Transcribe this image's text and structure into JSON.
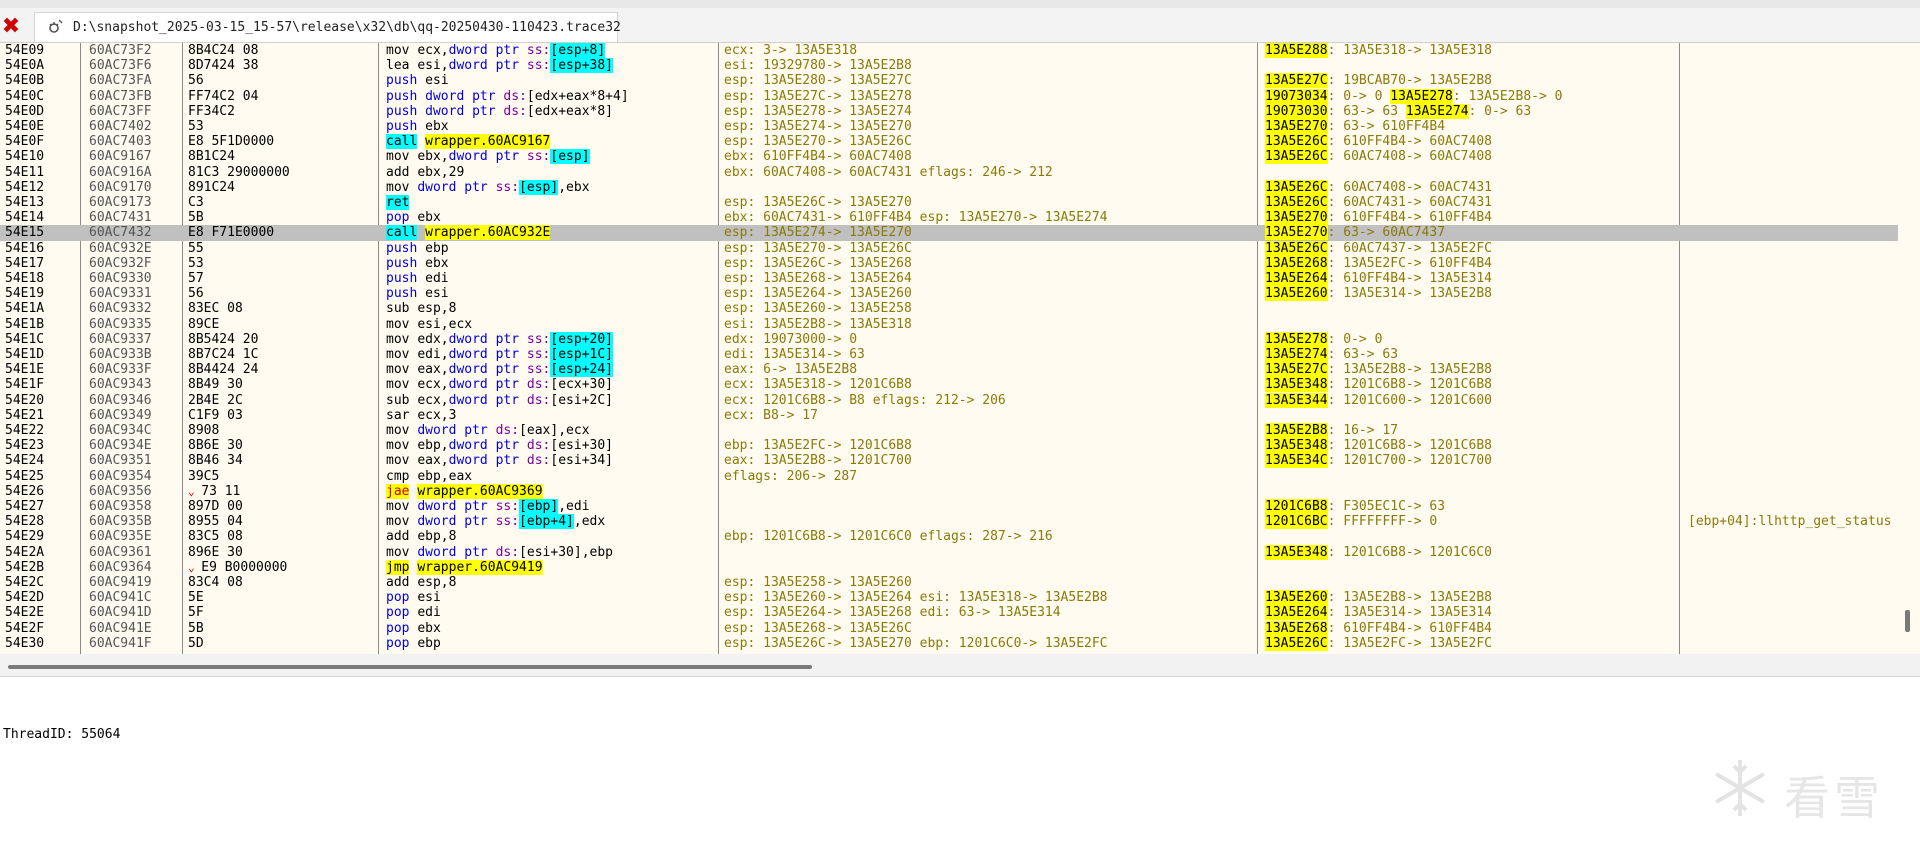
{
  "window": {
    "tab_title": "D:\\snapshot_2025-03-15_15-57\\release\\x32\\db\\qq-20250430-110423.trace32",
    "close_icon": "close-icon",
    "tab_icon": "trace-file-icon"
  },
  "colors": {
    "background": "#fffbf0",
    "selected_row": "#c0c0c0",
    "call_highlight": "#00ffff",
    "jump_highlight": "#ffff00",
    "register_text": "#8a7a0a",
    "keyword": "#0000dd",
    "segment": "#7a00a0"
  },
  "rows": [
    {
      "idx": "54E09",
      "addr": "60AC73F2",
      "bytes": "8B4C24 08",
      "m": "mov",
      "ops": [
        [
          "ecx,",
          ""
        ],
        [
          "dword ptr ",
          "p"
        ],
        [
          "ss:",
          "s"
        ],
        [
          "[esp+8]",
          "b"
        ]
      ],
      "reg": "ecx: 3-> 13A5E318",
      "mem": [
        [
          "13A5E288",
          "h"
        ],
        [
          ": 13A5E318-> 13A5E318",
          ""
        ]
      ]
    },
    {
      "idx": "54E0A",
      "addr": "60AC73F6",
      "bytes": "8D7424 38",
      "m": "lea",
      "ops": [
        [
          "esi,",
          ""
        ],
        [
          "dword ptr ",
          "p"
        ],
        [
          "ss:",
          "s"
        ],
        [
          "[esp+38]",
          "b"
        ]
      ],
      "reg": "esi: 19329780-> 13A5E2B8",
      "mem": []
    },
    {
      "idx": "54E0B",
      "addr": "60AC73FA",
      "bytes": "56",
      "m": "push",
      "ops": [
        [
          "esi",
          ""
        ]
      ],
      "reg": "esp: 13A5E280-> 13A5E27C",
      "mem": [
        [
          "13A5E27C",
          "h"
        ],
        [
          ": 19BCAB70-> 13A5E2B8",
          ""
        ]
      ]
    },
    {
      "idx": "54E0C",
      "addr": "60AC73FB",
      "bytes": "FF74C2 04",
      "m": "push",
      "ops": [
        [
          "dword ptr ",
          "p"
        ],
        [
          "ds:",
          "s"
        ],
        [
          "[edx+eax*8+4]",
          ""
        ]
      ],
      "reg": "esp: 13A5E27C-> 13A5E278",
      "mem": [
        [
          "19073034",
          "h"
        ],
        [
          ": 0-> 0 ",
          ""
        ],
        [
          "13A5E278",
          "h"
        ],
        [
          ": 13A5E2B8-> 0",
          ""
        ]
      ]
    },
    {
      "idx": "54E0D",
      "addr": "60AC73FF",
      "bytes": "FF34C2",
      "m": "push",
      "ops": [
        [
          "dword ptr ",
          "p"
        ],
        [
          "ds:",
          "s"
        ],
        [
          "[edx+eax*8]",
          ""
        ]
      ],
      "reg": "esp: 13A5E278-> 13A5E274",
      "mem": [
        [
          "19073030",
          "h"
        ],
        [
          ": 63-> 63 ",
          ""
        ],
        [
          "13A5E274",
          "h"
        ],
        [
          ": 0-> 63",
          ""
        ]
      ]
    },
    {
      "idx": "54E0E",
      "addr": "60AC7402",
      "bytes": "53",
      "m": "push",
      "ops": [
        [
          "ebx",
          ""
        ]
      ],
      "reg": "esp: 13A5E274-> 13A5E270",
      "mem": [
        [
          "13A5E270",
          "h"
        ],
        [
          ": 63-> 610FF4B4",
          ""
        ]
      ]
    },
    {
      "idx": "54E0F",
      "addr": "60AC7403",
      "bytes": "E8 5F1D0000",
      "m": "call",
      "hm": "call",
      "ops": [
        [
          "wrapper.60AC9167",
          "t"
        ]
      ],
      "reg": "esp: 13A5E270-> 13A5E26C",
      "mem": [
        [
          "13A5E26C",
          "h"
        ],
        [
          ": 610FF4B4-> 60AC7408",
          ""
        ]
      ]
    },
    {
      "idx": "54E10",
      "addr": "60AC9167",
      "bytes": "8B1C24",
      "m": "mov",
      "ops": [
        [
          "ebx,",
          ""
        ],
        [
          "dword ptr ",
          "p"
        ],
        [
          "ss:",
          "s"
        ],
        [
          "[esp]",
          "b"
        ]
      ],
      "reg": "ebx: 610FF4B4-> 60AC7408",
      "mem": [
        [
          "13A5E26C",
          "h"
        ],
        [
          ": 60AC7408-> 60AC7408",
          ""
        ]
      ]
    },
    {
      "idx": "54E11",
      "addr": "60AC916A",
      "bytes": "81C3 29000000",
      "m": "add",
      "ops": [
        [
          "ebx,29",
          ""
        ]
      ],
      "reg": "ebx: 60AC7408-> 60AC7431 eflags: 246-> 212",
      "mem": []
    },
    {
      "idx": "54E12",
      "addr": "60AC9170",
      "bytes": "891C24",
      "m": "mov",
      "ops": [
        [
          "dword ptr ",
          "p"
        ],
        [
          "ss:",
          "s"
        ],
        [
          "[esp]",
          "b"
        ],
        [
          ",ebx",
          ""
        ]
      ],
      "reg": "",
      "mem": [
        [
          "13A5E26C",
          "h"
        ],
        [
          ": 60AC7408-> 60AC7431",
          ""
        ]
      ]
    },
    {
      "idx": "54E13",
      "addr": "60AC9173",
      "bytes": "C3",
      "m": "ret",
      "hm": "ret",
      "ops": [],
      "reg": "esp: 13A5E26C-> 13A5E270",
      "mem": [
        [
          "13A5E26C",
          "h"
        ],
        [
          ": 60AC7431-> 60AC7431",
          ""
        ]
      ]
    },
    {
      "idx": "54E14",
      "addr": "60AC7431",
      "bytes": "5B",
      "m": "pop",
      "ops": [
        [
          "ebx",
          ""
        ]
      ],
      "reg": "ebx: 60AC7431-> 610FF4B4 esp: 13A5E270-> 13A5E274",
      "mem": [
        [
          "13A5E270",
          "h"
        ],
        [
          ": 610FF4B4-> 610FF4B4",
          ""
        ]
      ]
    },
    {
      "idx": "54E15",
      "addr": "60AC7432",
      "bytes": "E8 F71E0000",
      "m": "call",
      "hm": "call",
      "sel": true,
      "ops": [
        [
          "wrapper.60AC932E",
          "t"
        ]
      ],
      "reg": "esp: 13A5E274-> 13A5E270",
      "mem": [
        [
          "13A5E270",
          "h"
        ],
        [
          ": 63-> 60AC7437",
          ""
        ]
      ]
    },
    {
      "idx": "54E16",
      "addr": "60AC932E",
      "bytes": "55",
      "m": "push",
      "ops": [
        [
          "ebp",
          ""
        ]
      ],
      "reg": "esp: 13A5E270-> 13A5E26C",
      "mem": [
        [
          "13A5E26C",
          "h"
        ],
        [
          ": 60AC7437-> 13A5E2FC",
          ""
        ]
      ]
    },
    {
      "idx": "54E17",
      "addr": "60AC932F",
      "bytes": "53",
      "m": "push",
      "ops": [
        [
          "ebx",
          ""
        ]
      ],
      "reg": "esp: 13A5E26C-> 13A5E268",
      "mem": [
        [
          "13A5E268",
          "h"
        ],
        [
          ": 13A5E2FC-> 610FF4B4",
          ""
        ]
      ]
    },
    {
      "idx": "54E18",
      "addr": "60AC9330",
      "bytes": "57",
      "m": "push",
      "ops": [
        [
          "edi",
          ""
        ]
      ],
      "reg": "esp: 13A5E268-> 13A5E264",
      "mem": [
        [
          "13A5E264",
          "h"
        ],
        [
          ": 610FF4B4-> 13A5E314",
          ""
        ]
      ]
    },
    {
      "idx": "54E19",
      "addr": "60AC9331",
      "bytes": "56",
      "m": "push",
      "ops": [
        [
          "esi",
          ""
        ]
      ],
      "reg": "esp: 13A5E264-> 13A5E260",
      "mem": [
        [
          "13A5E260",
          "h"
        ],
        [
          ": 13A5E314-> 13A5E2B8",
          ""
        ]
      ]
    },
    {
      "idx": "54E1A",
      "addr": "60AC9332",
      "bytes": "83EC 08",
      "m": "sub",
      "ops": [
        [
          "esp,8",
          ""
        ]
      ],
      "reg": "esp: 13A5E260-> 13A5E258",
      "mem": []
    },
    {
      "idx": "54E1B",
      "addr": "60AC9335",
      "bytes": "89CE",
      "m": "mov",
      "ops": [
        [
          "esi,ecx",
          ""
        ]
      ],
      "reg": "esi: 13A5E2B8-> 13A5E318",
      "mem": []
    },
    {
      "idx": "54E1C",
      "addr": "60AC9337",
      "bytes": "8B5424 20",
      "m": "mov",
      "ops": [
        [
          "edx,",
          ""
        ],
        [
          "dword ptr ",
          "p"
        ],
        [
          "ss:",
          "s"
        ],
        [
          "[esp+20]",
          "b"
        ]
      ],
      "reg": "edx: 19073000-> 0",
      "mem": [
        [
          "13A5E278",
          "h"
        ],
        [
          ": 0-> 0",
          ""
        ]
      ]
    },
    {
      "idx": "54E1D",
      "addr": "60AC933B",
      "bytes": "8B7C24 1C",
      "m": "mov",
      "ops": [
        [
          "edi,",
          ""
        ],
        [
          "dword ptr ",
          "p"
        ],
        [
          "ss:",
          "s"
        ],
        [
          "[esp+1C]",
          "b"
        ]
      ],
      "reg": "edi: 13A5E314-> 63",
      "mem": [
        [
          "13A5E274",
          "h"
        ],
        [
          ": 63-> 63",
          ""
        ]
      ]
    },
    {
      "idx": "54E1E",
      "addr": "60AC933F",
      "bytes": "8B4424 24",
      "m": "mov",
      "ops": [
        [
          "eax,",
          ""
        ],
        [
          "dword ptr ",
          "p"
        ],
        [
          "ss:",
          "s"
        ],
        [
          "[esp+24]",
          "b"
        ]
      ],
      "reg": "eax: 6-> 13A5E2B8",
      "mem": [
        [
          "13A5E27C",
          "h"
        ],
        [
          ": 13A5E2B8-> 13A5E2B8",
          ""
        ]
      ]
    },
    {
      "idx": "54E1F",
      "addr": "60AC9343",
      "bytes": "8B49 30",
      "m": "mov",
      "ops": [
        [
          "ecx,",
          ""
        ],
        [
          "dword ptr ",
          "p"
        ],
        [
          "ds:",
          "s"
        ],
        [
          "[ecx+30]",
          ""
        ]
      ],
      "reg": "ecx: 13A5E318-> 1201C6B8",
      "mem": [
        [
          "13A5E348",
          "h"
        ],
        [
          ": 1201C6B8-> 1201C6B8",
          ""
        ]
      ]
    },
    {
      "idx": "54E20",
      "addr": "60AC9346",
      "bytes": "2B4E 2C",
      "m": "sub",
      "ops": [
        [
          "ecx,",
          ""
        ],
        [
          "dword ptr ",
          "p"
        ],
        [
          "ds:",
          "s"
        ],
        [
          "[esi+2C]",
          ""
        ]
      ],
      "reg": "ecx: 1201C6B8-> B8 eflags: 212-> 206",
      "mem": [
        [
          "13A5E344",
          "h"
        ],
        [
          ": 1201C600-> 1201C600",
          ""
        ]
      ]
    },
    {
      "idx": "54E21",
      "addr": "60AC9349",
      "bytes": "C1F9 03",
      "m": "sar",
      "ops": [
        [
          "ecx,3",
          ""
        ]
      ],
      "reg": "ecx: B8-> 17",
      "mem": []
    },
    {
      "idx": "54E22",
      "addr": "60AC934C",
      "bytes": "8908",
      "m": "mov",
      "ops": [
        [
          "dword ptr ",
          "p"
        ],
        [
          "ds:",
          "s"
        ],
        [
          "[eax]",
          ""
        ],
        [
          ",ecx",
          ""
        ]
      ],
      "reg": "",
      "mem": [
        [
          "13A5E2B8",
          "h"
        ],
        [
          ": 16-> 17",
          ""
        ]
      ]
    },
    {
      "idx": "54E23",
      "addr": "60AC934E",
      "bytes": "8B6E 30",
      "m": "mov",
      "ops": [
        [
          "ebp,",
          ""
        ],
        [
          "dword ptr ",
          "p"
        ],
        [
          "ds:",
          "s"
        ],
        [
          "[esi+30]",
          ""
        ]
      ],
      "reg": "ebp: 13A5E2FC-> 1201C6B8",
      "mem": [
        [
          "13A5E348",
          "h"
        ],
        [
          ": 1201C6B8-> 1201C6B8",
          ""
        ]
      ]
    },
    {
      "idx": "54E24",
      "addr": "60AC9351",
      "bytes": "8B46 34",
      "m": "mov",
      "ops": [
        [
          "eax,",
          ""
        ],
        [
          "dword ptr ",
          "p"
        ],
        [
          "ds:",
          "s"
        ],
        [
          "[esi+34]",
          ""
        ]
      ],
      "reg": "eax: 13A5E2B8-> 1201C700",
      "mem": [
        [
          "13A5E34C",
          "h"
        ],
        [
          ": 1201C700-> 1201C700",
          ""
        ]
      ]
    },
    {
      "idx": "54E25",
      "addr": "60AC9354",
      "bytes": "39C5",
      "m": "cmp",
      "ops": [
        [
          "ebp,eax",
          ""
        ]
      ],
      "reg": "eflags: 206-> 287",
      "mem": []
    },
    {
      "idx": "54E26",
      "addr": "60AC9356",
      "arrow": true,
      "bytes": "73 11",
      "m": "jae",
      "hm": "jcc",
      "ops": [
        [
          "wrapper.60AC9369",
          "t"
        ]
      ],
      "reg": "",
      "mem": []
    },
    {
      "idx": "54E27",
      "addr": "60AC9358",
      "bytes": "897D 00",
      "m": "mov",
      "ops": [
        [
          "dword ptr ",
          "p"
        ],
        [
          "ss:",
          "s"
        ],
        [
          "[ebp]",
          "b"
        ],
        [
          ",edi",
          ""
        ]
      ],
      "reg": "",
      "mem": [
        [
          "1201C6B8",
          "h"
        ],
        [
          ": F305EC1C-> 63",
          ""
        ]
      ]
    },
    {
      "idx": "54E28",
      "addr": "60AC935B",
      "bytes": "8955 04",
      "m": "mov",
      "ops": [
        [
          "dword ptr ",
          "p"
        ],
        [
          "ss:",
          "s"
        ],
        [
          "[ebp+4]",
          "b"
        ],
        [
          ",edx",
          ""
        ]
      ],
      "reg": "",
      "mem": [
        [
          "1201C6BC",
          "h"
        ],
        [
          ": FFFFFFFF-> 0",
          ""
        ]
      ],
      "cmt": "[ebp+04]:llhttp_get_status"
    },
    {
      "idx": "54E29",
      "addr": "60AC935E",
      "bytes": "83C5 08",
      "m": "add",
      "ops": [
        [
          "ebp,8",
          ""
        ]
      ],
      "reg": "ebp: 1201C6B8-> 1201C6C0 eflags: 287-> 216",
      "mem": []
    },
    {
      "idx": "54E2A",
      "addr": "60AC9361",
      "bytes": "896E 30",
      "m": "mov",
      "ops": [
        [
          "dword ptr ",
          "p"
        ],
        [
          "ds:",
          "s"
        ],
        [
          "[esi+30]",
          ""
        ],
        [
          ",ebp",
          ""
        ]
      ],
      "reg": "",
      "mem": [
        [
          "13A5E348",
          "h"
        ],
        [
          ": 1201C6B8-> 1201C6C0",
          ""
        ]
      ]
    },
    {
      "idx": "54E2B",
      "addr": "60AC9364",
      "arrow": true,
      "bytes": "E9 B0000000",
      "m": "jmp",
      "hm": "jmp",
      "ops": [
        [
          "wrapper.60AC9419",
          "t"
        ]
      ],
      "reg": "",
      "mem": []
    },
    {
      "idx": "54E2C",
      "addr": "60AC9419",
      "bytes": "83C4 08",
      "m": "add",
      "ops": [
        [
          "esp,8",
          ""
        ]
      ],
      "reg": "esp: 13A5E258-> 13A5E260",
      "mem": []
    },
    {
      "idx": "54E2D",
      "addr": "60AC941C",
      "bytes": "5E",
      "m": "pop",
      "ops": [
        [
          "esi",
          ""
        ]
      ],
      "reg": "esp: 13A5E260-> 13A5E264 esi: 13A5E318-> 13A5E2B8",
      "mem": [
        [
          "13A5E260",
          "h"
        ],
        [
          ": 13A5E2B8-> 13A5E2B8",
          ""
        ]
      ]
    },
    {
      "idx": "54E2E",
      "addr": "60AC941D",
      "bytes": "5F",
      "m": "pop",
      "ops": [
        [
          "edi",
          ""
        ]
      ],
      "reg": "esp: 13A5E264-> 13A5E268 edi: 63-> 13A5E314",
      "mem": [
        [
          "13A5E264",
          "h"
        ],
        [
          ": 13A5E314-> 13A5E314",
          ""
        ]
      ]
    },
    {
      "idx": "54E2F",
      "addr": "60AC941E",
      "bytes": "5B",
      "m": "pop",
      "ops": [
        [
          "ebx",
          ""
        ]
      ],
      "reg": "esp: 13A5E268-> 13A5E26C",
      "mem": [
        [
          "13A5E268",
          "h"
        ],
        [
          ": 610FF4B4-> 610FF4B4",
          ""
        ]
      ]
    },
    {
      "idx": "54E30",
      "addr": "60AC941F",
      "bytes": "5D",
      "m": "pop",
      "ops": [
        [
          "ebp",
          ""
        ]
      ],
      "reg": "esp: 13A5E26C-> 13A5E270 ebp: 1201C6C0-> 13A5E2FC",
      "mem": [
        [
          "13A5E26C",
          "h"
        ],
        [
          ": 13A5E2FC-> 13A5E2FC",
          ""
        ]
      ]
    }
  ],
  "panel": {
    "thread_label": "ThreadID: 55064",
    "watermark_text": "看雪"
  }
}
